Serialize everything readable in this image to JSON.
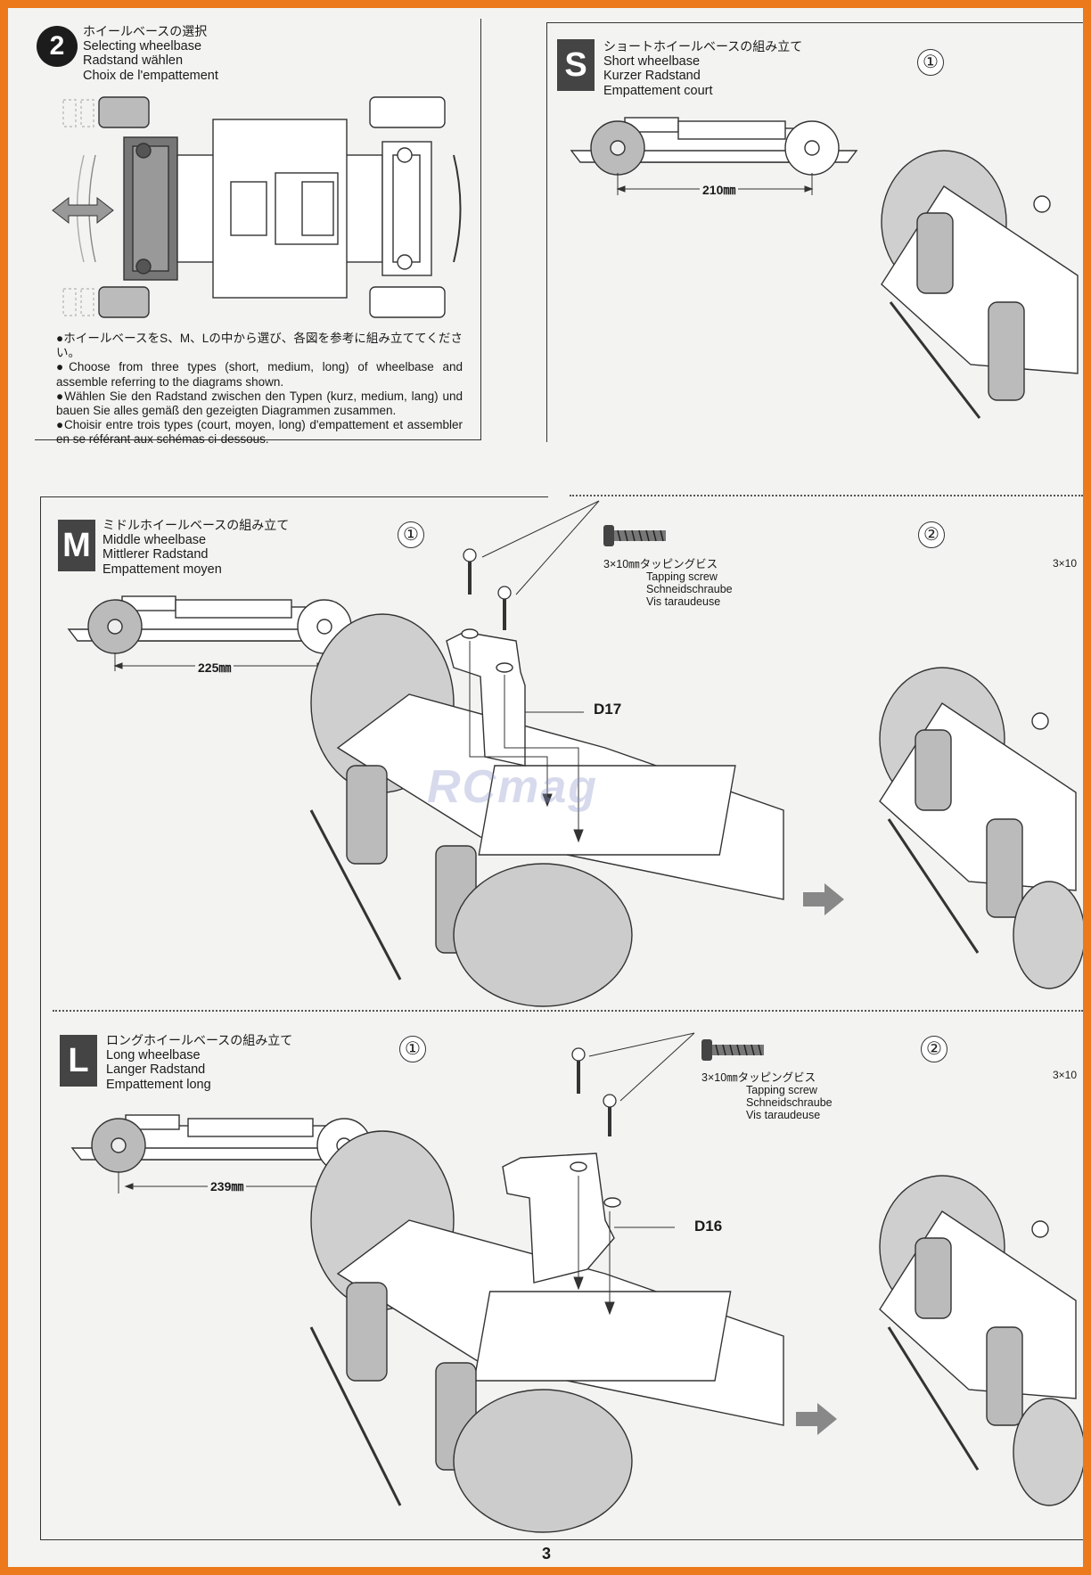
{
  "page_number": "3",
  "wheelbase_selection": {
    "step_number": "2",
    "title_ja": "ホイールベースの選択",
    "title_en": "Selecting wheelbase",
    "title_de": "Radstand wählen",
    "title_fr": "Choix de l'empattement",
    "notes": [
      "●ホイールベースをS、M、Lの中から選び、各図を参考に組み立ててください。",
      "●Choose from three types (short, medium, long) of wheelbase and assemble referring to the diagrams shown.",
      "●Wählen Sie den Radstand zwischen den Typen (kurz, medium, lang) und bauen Sie alles gemäß den gezeigten Diagrammen zusammen.",
      "●Choisir entre trois types (court, moyen, long) d'empattement et assembler en se référant aux schémas ci-dessous."
    ]
  },
  "short": {
    "badge": "S",
    "title_ja": "ショートホイールベースの組み立て",
    "title_en": "Short wheelbase",
    "title_de": "Kurzer Radstand",
    "title_fr": "Empattement court",
    "measurement": "210㎜",
    "step_1": "①"
  },
  "middle": {
    "badge": "M",
    "title_ja": "ミドルホイールベースの組み立て",
    "title_en": "Middle wheelbase",
    "title_de": "Mittlerer Radstand",
    "title_fr": "Empattement moyen",
    "measurement": "225㎜",
    "step_1": "①",
    "step_2": "②",
    "screw_ja": "3×10㎜タッピングビス",
    "screw_en": "Tapping screw",
    "screw_de": "Schneidschraube",
    "screw_fr": "Vis taraudeuse",
    "part": "D17",
    "screw_truncated": "3×10"
  },
  "long": {
    "badge": "L",
    "title_ja": "ロングホイールベースの組み立て",
    "title_en": "Long wheelbase",
    "title_de": "Langer Radstand",
    "title_fr": "Empattement long",
    "measurement": "239㎜",
    "step_1": "①",
    "step_2": "②",
    "screw_ja": "3×10㎜タッピングビス",
    "screw_en": "Tapping screw",
    "screw_de": "Schneidschraube",
    "screw_fr": "Vis taraudeuse",
    "part": "D16",
    "screw_truncated": "3×10"
  },
  "colors": {
    "border": "#ec7a1c",
    "paper": "#f3f3f1",
    "ink": "#1a1a1a",
    "tire": "#c8c8c8"
  }
}
